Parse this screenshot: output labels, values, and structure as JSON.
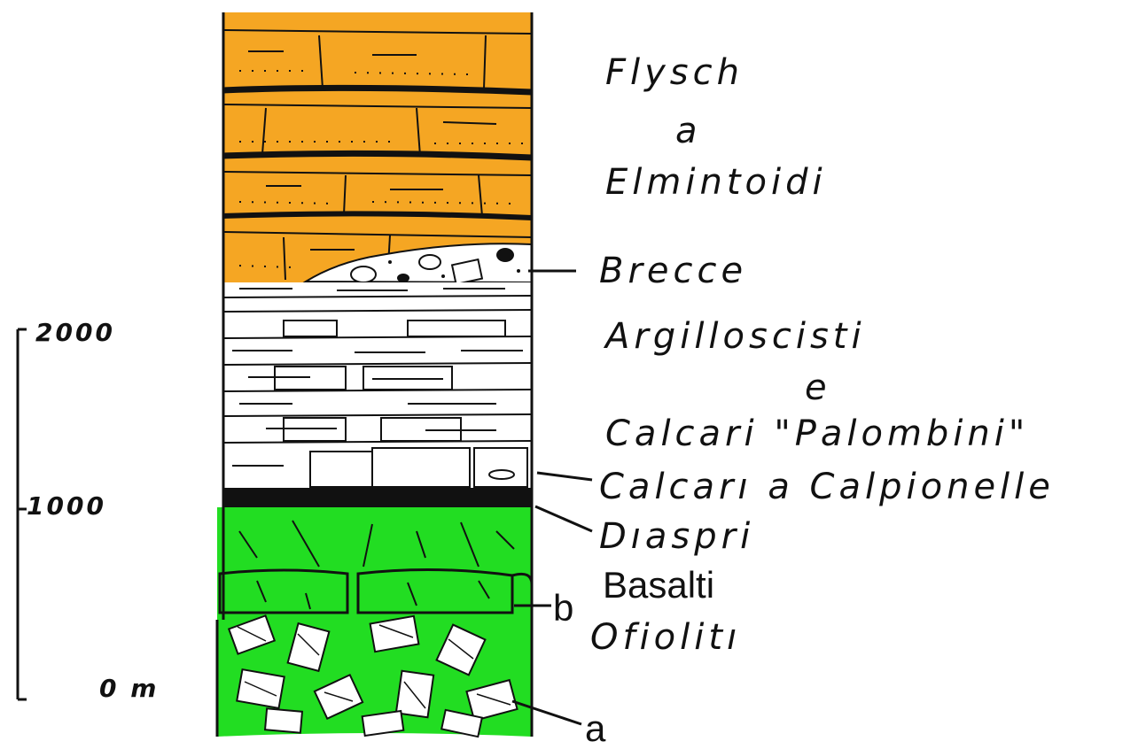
{
  "column": {
    "colors": {
      "flysch": "#f5a623",
      "ophiolite": "#22dd22",
      "diaspri": "#111111",
      "white": "#ffffff",
      "ink": "#111111"
    }
  },
  "labels": {
    "flysch_line1": "Flysch",
    "flysch_line2": "a",
    "flysch_line3": "Elmintoidi",
    "brecce": "Brecce",
    "argillo_line1": "Argilloscisti",
    "argillo_line2": "e",
    "argillo_line3": "Calcari \"Palombini\"",
    "calpionelle": "Calcarı a Calpionelle",
    "diaspri": "Dıaspri",
    "basalti": "Basalti",
    "b": "b",
    "ofioliti": "Ofiolitı",
    "a": "a"
  },
  "scale": {
    "tick_2000": "2000",
    "tick_1000": "1000",
    "tick_0": "0 m"
  }
}
